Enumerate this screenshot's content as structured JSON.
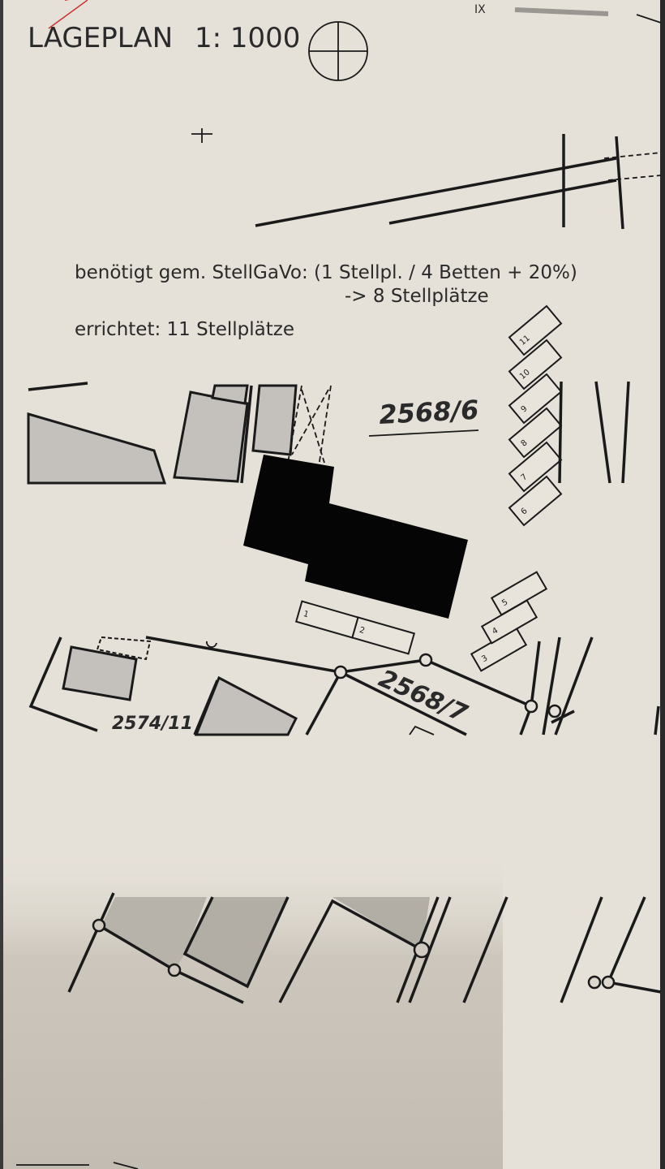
{
  "plan": {
    "title": "LAGEPLAN",
    "scale": "1: 1000",
    "north_symbol": "north-arrow-icon",
    "note_required": "benötigt gem. StellGaVo: (1 Stellpl. / 4 Betten + 20%)",
    "note_required_result": "-> 8 Stellplätze",
    "note_built": "errichtet: 11 Stellplätze",
    "parcels": [
      "2568/6",
      "2568/7",
      "2574/11"
    ],
    "parking_spaces": [
      "1",
      "2",
      "3",
      "4",
      "5",
      "6",
      "7",
      "8",
      "9",
      "10",
      "11"
    ],
    "top_marks": "IX"
  },
  "colors": {
    "paper": "#e6e1d8",
    "ink": "#1a1a1a",
    "building": "#000000",
    "neighbor_buildings": "#c4c1bc"
  }
}
